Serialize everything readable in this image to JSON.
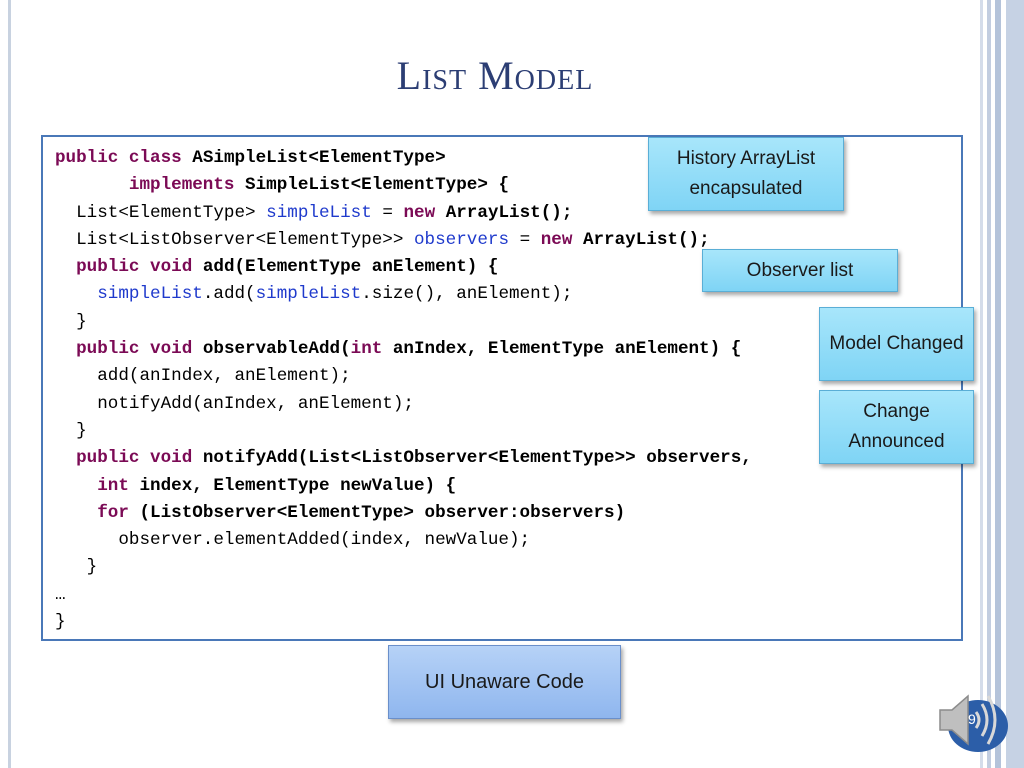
{
  "slide": {
    "title": "List Model",
    "page_number": "9"
  },
  "code_lines": [
    "public class ASimpleList<ElementType>",
    "       implements SimpleList<ElementType> {",
    "  List<ElementType> simpleList = new ArrayList();",
    "  List<ListObserver<ElementType>> observers = new ArrayList();",
    "  public void add(ElementType anElement) {",
    "    simpleList.add(simpleList.size(), anElement);",
    "  }",
    "  public void observableAdd(int anIndex, ElementType anElement) {",
    "    add(anIndex, anElement);",
    "    notifyAdd(anIndex, anElement);",
    "  }",
    "  public void notifyAdd(List<ListObserver<ElementType>> observers,",
    "    int index, ElementType newValue) {",
    "    for (ListObserver<ElementType> observer:observers)",
    "      observer.elementAdded(index, newValue);",
    "   }",
    "…",
    "}"
  ],
  "callouts": {
    "history": "History ArrayList encapsulated",
    "observer_list": "Observer list",
    "model_changed": "Model Changed",
    "change_announced": "Change Announced",
    "ui_unaware": "UI Unaware Code"
  },
  "icons": {
    "speaker": "speaker-icon"
  },
  "colors": {
    "title": "#2c3e74",
    "keyword": "#7b0a55",
    "field": "#1f3acc",
    "code_border": "#4a78b8",
    "callout_fill": "#8fdaf7",
    "ui_box_fill": "#9fc2f2"
  }
}
